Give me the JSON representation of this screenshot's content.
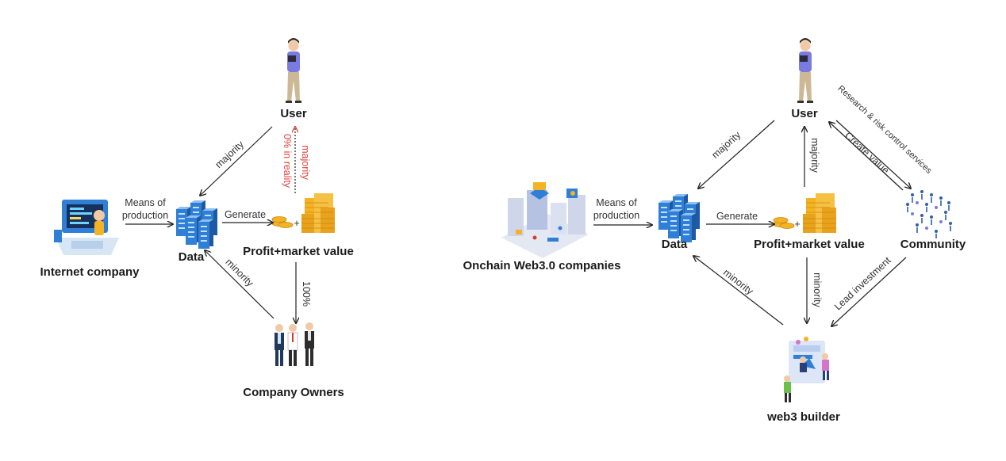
{
  "colors": {
    "red_label": "#e0443a",
    "server_blue": "#2f7fd6",
    "coin_gold": "#f4b324",
    "person_purple": "#7a7be0"
  },
  "left": {
    "user": "User",
    "data": "Data",
    "internet_company": "Internet company",
    "profit": "Profit+market value",
    "owners": "Company Owners",
    "majority": "majority",
    "means_of_line1": "Means of",
    "means_of_line2": "production",
    "generate": "Generate",
    "plus": "+",
    "minority": "minority",
    "hundred": "100%",
    "red_majority": "majority",
    "red_zero": "0% in reality"
  },
  "right": {
    "user": "User",
    "data": "Data",
    "onchain": "Onchain Web3.0 companies",
    "profit": "Profit+market value",
    "community": "Community",
    "builder": "web3 builder",
    "majority_left": "majority",
    "majority_up": "majority",
    "means_of_line1": "Means of",
    "means_of_line2": "production",
    "generate": "Generate",
    "plus": "+",
    "minority_left": "minority",
    "minority_down": "minority",
    "research": "Research & risk control services",
    "create_value": "Create value",
    "lead_investment": "Lead investment"
  }
}
